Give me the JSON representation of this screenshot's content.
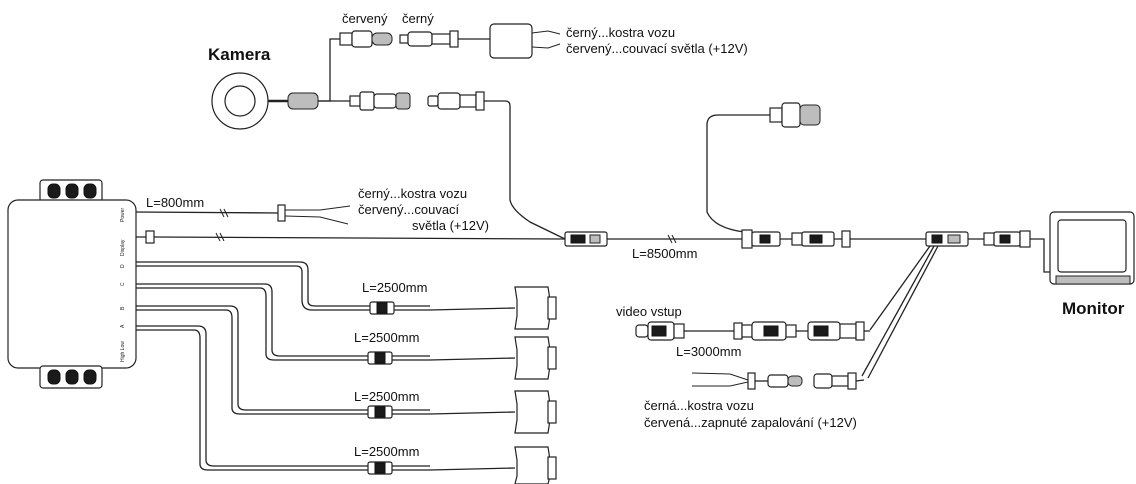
{
  "camera": {
    "title": "Kamera"
  },
  "monitor": {
    "title": "Monitor"
  },
  "camera_power": {
    "red_label": "červený",
    "black_label": "černý",
    "note_line1": "černý...kostra vozu",
    "note_line2": "červený...couvací světla (+12V)"
  },
  "control_power": {
    "length": "L=800mm",
    "note_line1": "černý...kostra vozu",
    "note_line2": "červený...couvací",
    "note_line3": "světla (+12V)"
  },
  "main_cable": {
    "length": "L=8500mm"
  },
  "video_input": {
    "title": "video vstup",
    "length": "L=3000mm"
  },
  "monitor_power": {
    "note_line1": "černá...kostra vozu",
    "note_line2": "červená...zapnuté zapalování (+12V)"
  },
  "sensors": {
    "length_a": "L=2500mm",
    "length_b": "L=2500mm",
    "length_c": "L=2500mm",
    "length_d": "L=2500mm"
  },
  "control_box": {
    "port_power": "Power",
    "port_display": "Display",
    "port_d": "D",
    "port_c": "C",
    "port_b": "B",
    "port_a": "A",
    "port_highlow": "High Low"
  }
}
